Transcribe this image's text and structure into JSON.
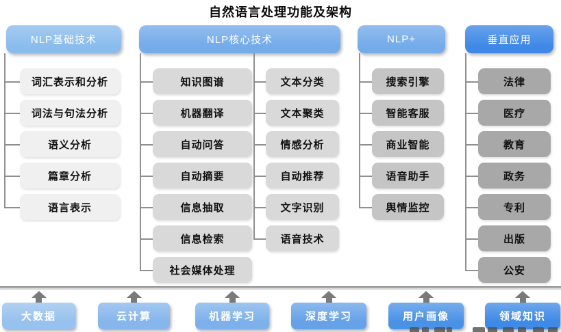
{
  "title": "自然语言处理功能及架构",
  "columns": [
    {
      "header": "NLP基础技术",
      "items": [
        "词汇表示和分析",
        "词法与句法分析",
        "语义分析",
        "篇章分析",
        "语言表示"
      ]
    },
    {
      "header": "NLP核心技术",
      "subcolumns": [
        {
          "items": [
            "知识图谱",
            "机器翻译",
            "自动问答",
            "自动摘要",
            "信息抽取",
            "信息检索",
            "社会媒体处理"
          ]
        },
        {
          "items": [
            "文本分类",
            "文本聚类",
            "情感分析",
            "自动推荐",
            "文字识别",
            "语音技术"
          ]
        }
      ]
    },
    {
      "header": "NLP+",
      "items": [
        "搜索引擎",
        "智能客服",
        "商业智能",
        "语音助手",
        "舆情监控"
      ]
    },
    {
      "header": "垂直应用",
      "items": [
        "法律",
        "医疗",
        "教育",
        "政务",
        "专利",
        "出版",
        "公安"
      ]
    }
  ],
  "foundation": [
    "大数据",
    "云计算",
    "机器学习",
    "深度学习",
    "用户画像",
    "领域知识"
  ],
  "colors": {
    "header_blues": [
      "#8abced",
      "#74abe9",
      "#74abe9",
      "#3f88e6"
    ],
    "item_grays": [
      "#f0f0f0",
      "#d9d9d9",
      "#c5c5c5",
      "#a8a8a8"
    ],
    "foundation_blues": [
      "#97c1ee",
      "#86b6ec",
      "#7eb1eb",
      "#66a2e8",
      "#4a92e6",
      "#3f8ae6"
    ],
    "connector": "#8f8f8f",
    "arrow": "#7a7a7a",
    "item_text": "#111111",
    "header_text": "#ffffff"
  }
}
